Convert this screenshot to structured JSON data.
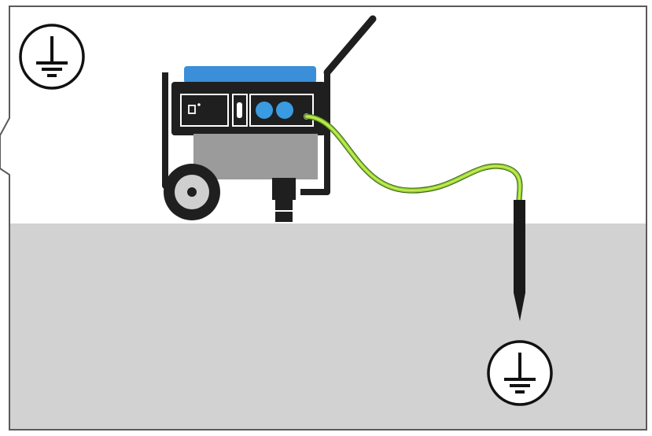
{
  "diagram": {
    "colors": {
      "background": "#ffffff",
      "ground": "#d2d2d2",
      "frame": "#5a5a5a",
      "generator_body": "#1f1f1f",
      "fuel_tank": "#3a8fd8",
      "engine": "#9b9b9b",
      "panel_button": "#3a9be0",
      "ground_wire": "#8fd43a",
      "ground_wire_stripe": "#d8ee52",
      "ground_rod": "#1a1a1a",
      "wheel_hub": "#cfcfcf"
    },
    "icons": {
      "top_left": "earth-ground-symbol-icon",
      "bottom_right": "earth-ground-symbol-icon"
    },
    "elements": {
      "generator": "portable-generator",
      "wire": "green-yellow-ground-wire",
      "rod": "ground-rod"
    }
  }
}
